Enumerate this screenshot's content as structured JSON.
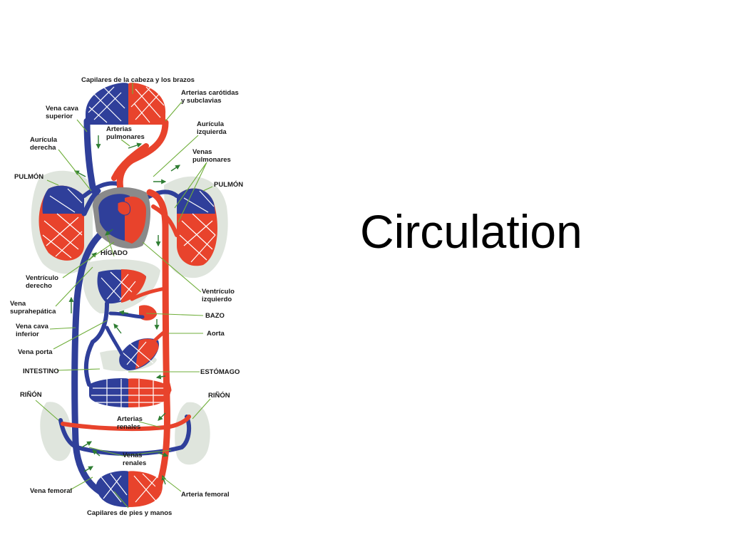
{
  "slide": {
    "title": "Circulation"
  },
  "diagram": {
    "labels": {
      "head_capillaries": "Capilares de la cabeza y los brazos",
      "carotid_1": "Arterias carótidas",
      "carotid_2": "y subclavias",
      "svc_1": "Vena cava",
      "svc_2": "superior",
      "pulm_art_1": "Arterias",
      "pulm_art_2": "pulmonares",
      "left_atrium_1": "Aurícula",
      "left_atrium_2": "izquierda",
      "right_atrium_1": "Aurícula",
      "right_atrium_2": "derecha",
      "pulm_veins_1": "Venas",
      "pulm_veins_2": "pulmonares",
      "lung_left": "PULMÓN",
      "lung_right": "PULMÓN",
      "liver": "HÍGADO",
      "right_ventricle_1": "Ventrículo",
      "right_ventricle_2": "derecho",
      "left_ventricle_1": "Ventrículo",
      "left_ventricle_2": "izquierdo",
      "hepatic_vein_1": "Vena",
      "hepatic_vein_2": "suprahepática",
      "spleen": "BAZO",
      "ivc_1": "Vena cava",
      "ivc_2": "inferior",
      "aorta": "Aorta",
      "portal_vein": "Vena porta",
      "intestine": "INTESTINO",
      "stomach": "ESTÓMAGO",
      "kidney_left": "RIÑÓN",
      "kidney_right": "RIÑÓN",
      "renal_arteries_1": "Arterias",
      "renal_arteries_2": "renales",
      "renal_veins_1": "Venas",
      "renal_veins_2": "renales",
      "femoral_vein": "Vena femoral",
      "femoral_artery": "Arteria femoral",
      "foot_capillaries": "Capilares de pies y manos"
    },
    "colors": {
      "vein": "#2f3f9a",
      "artery": "#e8432c",
      "organ_bg": "#dfe5dd",
      "leader": "#6fae3a",
      "arrow": "#2e7d32"
    }
  }
}
